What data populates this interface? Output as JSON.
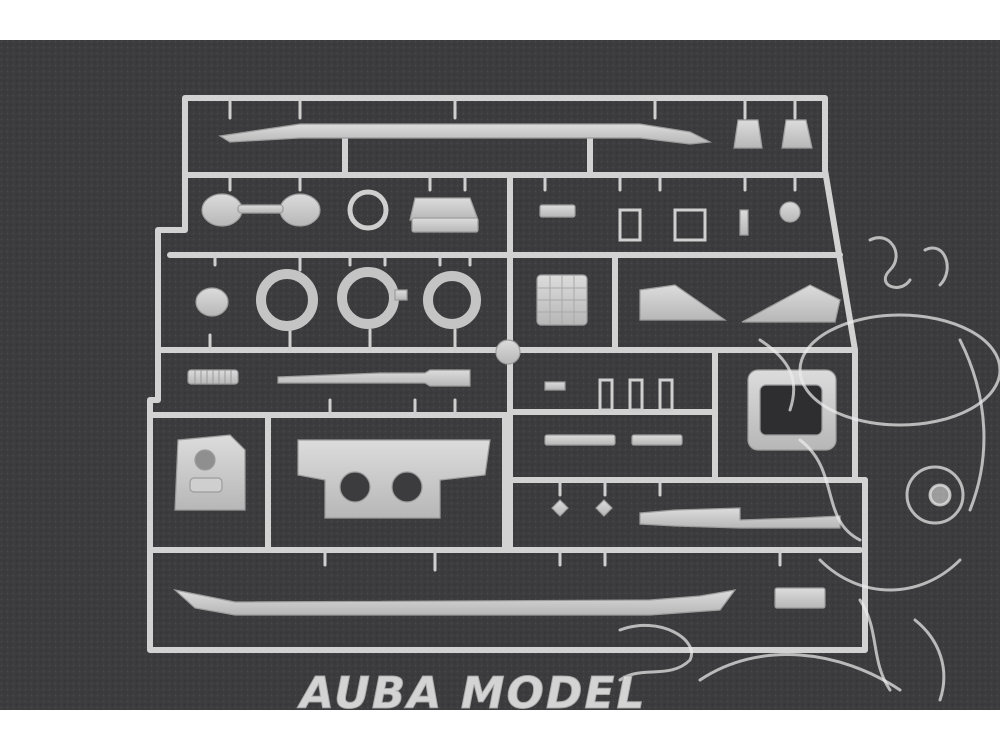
{
  "image": {
    "subject": "plastic-model-kit-sprue",
    "background_color": "#3e3e40",
    "plastic_color": "#c9c9c9",
    "frame_color": "#e8e8e8"
  },
  "watermark": {
    "text": "AUBA MODEL",
    "mascot_icon": "cartoon-creature-face-watermark"
  }
}
